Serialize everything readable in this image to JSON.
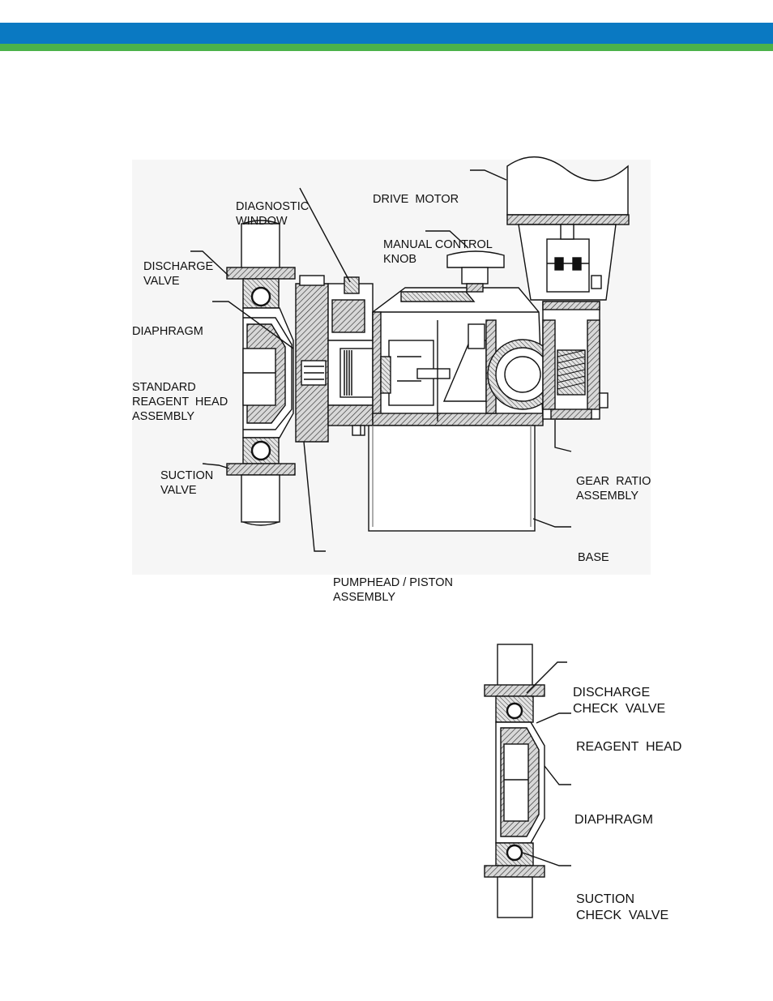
{
  "header": {
    "blue_color": "#0a79c2",
    "green_color": "#4bb24a"
  },
  "main_diagram": {
    "labels": {
      "diagnostic_window": [
        "DIAGNOSTIC",
        "WINDOW"
      ],
      "drive_motor": [
        "DRIVE  MOTOR"
      ],
      "manual_control_knob": [
        "MANUAL CONTROL",
        "KNOB"
      ],
      "discharge_valve": [
        "DISCHARGE",
        "VALVE"
      ],
      "diaphragm": [
        "DIAPHRAGM"
      ],
      "standard_reagent_head_assembly": [
        "STANDARD",
        "REAGENT  HEAD",
        "ASSEMBLY"
      ],
      "suction_valve": [
        "SUCTION",
        "VALVE"
      ],
      "gear_ratio_assembly": [
        "GEAR  RATIO",
        "ASSEMBLY"
      ],
      "base": [
        "BASE"
      ],
      "pumphead_piston_assembly": [
        "PUMPHEAD / PISTON",
        "ASSEMBLY"
      ]
    }
  },
  "detail_diagram": {
    "labels": {
      "discharge_check_valve": [
        "DISCHARGE",
        "CHECK  VALVE"
      ],
      "reagent_head": [
        "REAGENT  HEAD"
      ],
      "diaphragm": [
        "DIAPHRAGM"
      ],
      "suction_check_valve": [
        "SUCTION",
        "CHECK  VALVE"
      ]
    }
  }
}
